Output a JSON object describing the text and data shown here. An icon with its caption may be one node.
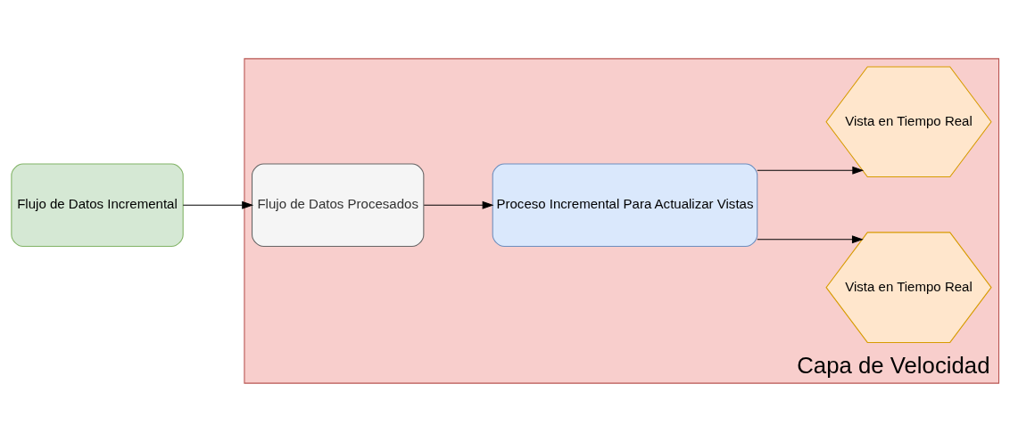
{
  "diagram": {
    "nodes": [
      {
        "text": [
          "Flujo de Datos Incremental"
        ]
      },
      {
        "text": [
          "Capa de Velocidad"
        ]
      },
      {
        "text": [
          "Flujo de Datos Procesados"
        ],
        "in": 1
      },
      {
        "text": [
          "Proceso Incremental Para Actualizar Vistas"
        ],
        "in": 1
      },
      {
        "text": [
          "Vista en Tiempo Real"
        ],
        "in": 1
      },
      {
        "text": [
          "Vista en Tiempo Real"
        ],
        "in": 1
      }
    ],
    "edges": [
      {
        "from": 0,
        "to": 2,
        "arrow": "to"
      },
      {
        "from": 2,
        "to": 3,
        "arrow": "to"
      },
      {
        "from": 3,
        "to": 4,
        "arrow": "to"
      },
      {
        "from": 3,
        "to": 5,
        "arrow": "to"
      }
    ]
  }
}
